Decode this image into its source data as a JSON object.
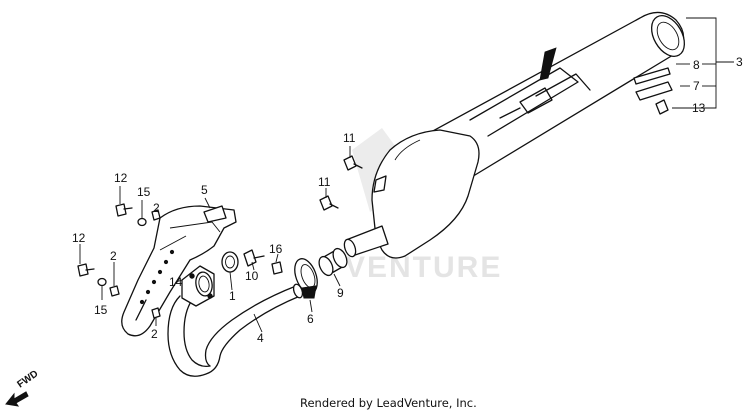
{
  "diagram": {
    "watermark": "VENTURE",
    "footer": "Rendered by LeadVenture, Inc.",
    "direction_label": "FWD",
    "callouts": {
      "c1": "1",
      "c2a": "2",
      "c2b": "2",
      "c2c": "2",
      "c3": "3",
      "c4": "4",
      "c5": "5",
      "c6": "6",
      "c7": "7",
      "c8": "8",
      "c9": "9",
      "c10": "10",
      "c11a": "11",
      "c11b": "11",
      "c12a": "12",
      "c12b": "12",
      "c13": "13",
      "c14": "14",
      "c15a": "15",
      "c15b": "15",
      "c16": "16"
    }
  }
}
